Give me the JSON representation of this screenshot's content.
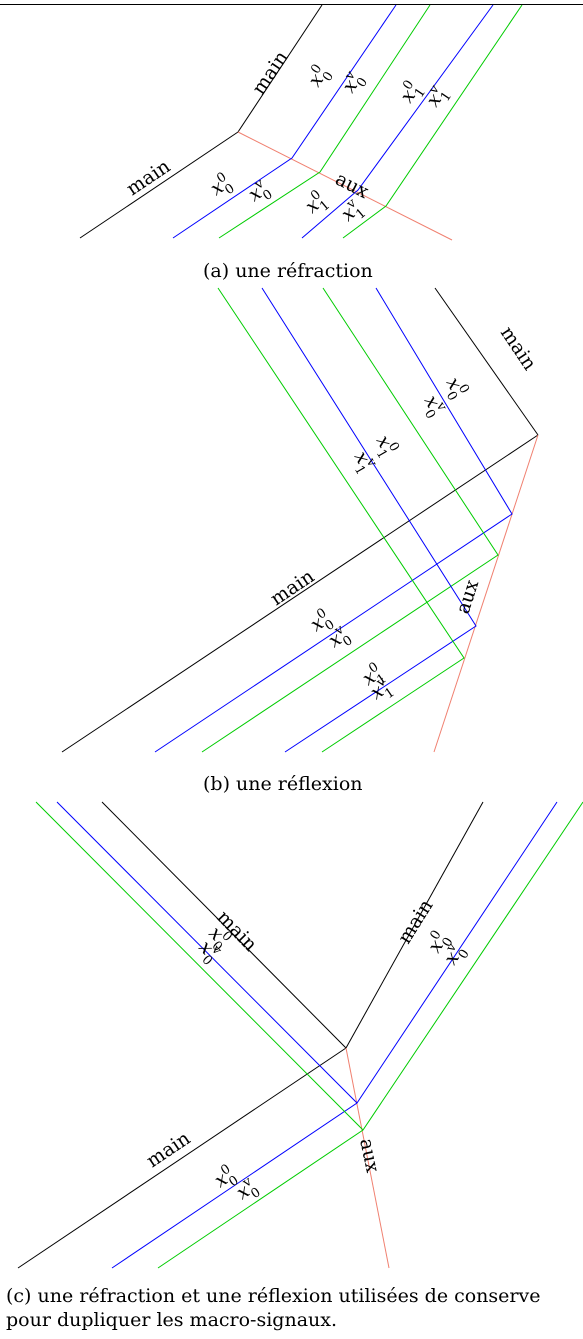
{
  "colors": {
    "main": "#000000",
    "aux": "#f08070",
    "x0": "#0000ff",
    "xv": "#00cc00"
  },
  "labels": {
    "main": "main",
    "aux": "aux",
    "x": "x",
    "sup0": "0",
    "supv": "v",
    "sub0": "0",
    "sub1": "1"
  },
  "captions": {
    "a": "(a) une réfraction",
    "b": "(b) une réflexion",
    "c_line1": "(c) une réfraction et une réflexion utilisées de conserve",
    "c_line2": "pour dupliquer les macro-signaux."
  }
}
